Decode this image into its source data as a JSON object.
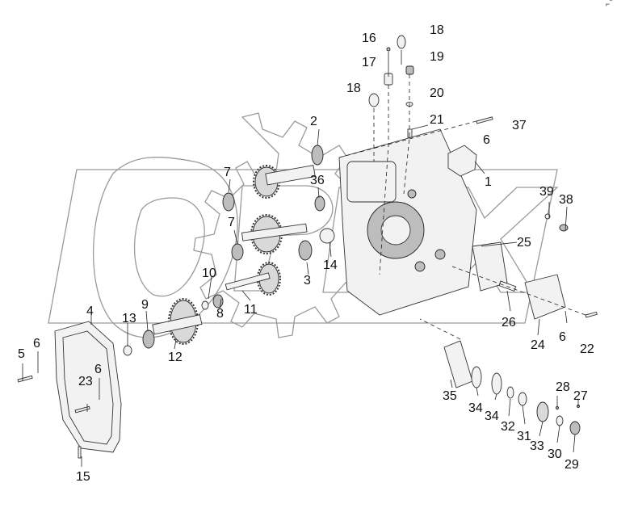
{
  "corner_mark": "⌐‾",
  "callouts": [
    {
      "id": "c1",
      "text": "1"
    },
    {
      "id": "c2",
      "text": "2"
    },
    {
      "id": "c3",
      "text": "3"
    },
    {
      "id": "c4",
      "text": "4"
    },
    {
      "id": "c5",
      "text": "5"
    },
    {
      "id": "c6a",
      "text": "6"
    },
    {
      "id": "c6b",
      "text": "6"
    },
    {
      "id": "c6c",
      "text": "6"
    },
    {
      "id": "c6d",
      "text": "6"
    },
    {
      "id": "c7a",
      "text": "7"
    },
    {
      "id": "c7b",
      "text": "7"
    },
    {
      "id": "c8",
      "text": "8"
    },
    {
      "id": "c9",
      "text": "9"
    },
    {
      "id": "c10",
      "text": "10"
    },
    {
      "id": "c11",
      "text": "11"
    },
    {
      "id": "c12",
      "text": "12"
    },
    {
      "id": "c13",
      "text": "13"
    },
    {
      "id": "c14",
      "text": "14"
    },
    {
      "id": "c15",
      "text": "15"
    },
    {
      "id": "c16",
      "text": "16"
    },
    {
      "id": "c17",
      "text": "17"
    },
    {
      "id": "c18a",
      "text": "18"
    },
    {
      "id": "c18b",
      "text": "18"
    },
    {
      "id": "c19",
      "text": "19"
    },
    {
      "id": "c20",
      "text": "20"
    },
    {
      "id": "c21",
      "text": "21"
    },
    {
      "id": "c22",
      "text": "22"
    },
    {
      "id": "c23",
      "text": "23"
    },
    {
      "id": "c24",
      "text": "24"
    },
    {
      "id": "c25",
      "text": "25"
    },
    {
      "id": "c26",
      "text": "26"
    },
    {
      "id": "c27",
      "text": "27"
    },
    {
      "id": "c28",
      "text": "28"
    },
    {
      "id": "c29",
      "text": "29"
    },
    {
      "id": "c30",
      "text": "30"
    },
    {
      "id": "c31",
      "text": "31"
    },
    {
      "id": "c32",
      "text": "32"
    },
    {
      "id": "c33",
      "text": "33"
    },
    {
      "id": "c34a",
      "text": "34"
    },
    {
      "id": "c34b",
      "text": "34"
    },
    {
      "id": "c35",
      "text": "35"
    },
    {
      "id": "c36",
      "text": "36"
    },
    {
      "id": "c37",
      "text": "37"
    },
    {
      "id": "c38",
      "text": "38"
    },
    {
      "id": "c39",
      "text": "39"
    }
  ]
}
